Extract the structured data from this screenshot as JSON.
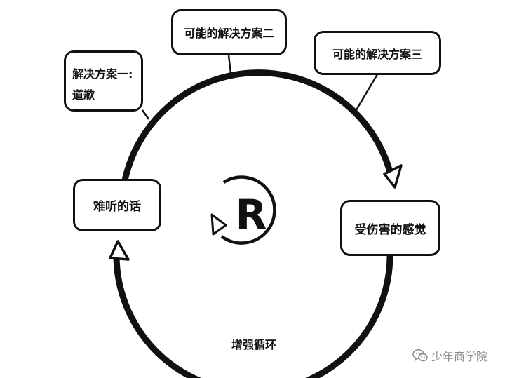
{
  "diagram": {
    "center_symbol": "R",
    "loop_label": "增强循环",
    "nodes": {
      "solution_one": {
        "line1": "解决方案一:",
        "line2": "道歉"
      },
      "solution_two": "可能的解决方案二",
      "solution_three": "可能的解决方案三",
      "hard_words": "难听的话",
      "hurt_feelings": "受伤害的感觉"
    }
  },
  "watermark": {
    "text": "少年商学院",
    "icon": "wechat-icon"
  },
  "colors": {
    "line": "#111111",
    "background": "#ffffff",
    "watermark": "#8a8a8a"
  }
}
